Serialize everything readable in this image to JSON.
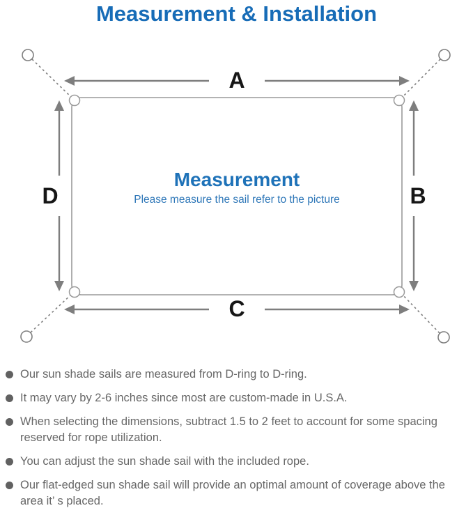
{
  "title": "Measurement & Installation",
  "diagram": {
    "heading": "Measurement",
    "subheading": "Please measure the sail refer to the picture",
    "labels": {
      "top": "A",
      "right": "B",
      "bottom": "C",
      "left": "D"
    }
  },
  "colors": {
    "title_blue": "#176cb7",
    "center_text_blue": "#1e72b8",
    "line_gray": "#7e7e7e",
    "sail_border_gray": "#9a9a9a",
    "bullet_text_gray": "#676767",
    "label_black": "#161616"
  },
  "bullets": [
    {
      "text": "Our sun shade sails are measured from D-ring to D-ring."
    },
    {
      "text": "It may vary by 2-6 inches since most are custom-made in U.S.A."
    },
    {
      "text": "When selecting the dimensions, subtract 1.5 to 2 feet to account for some spacing reserved for rope utilization."
    },
    {
      "text": "You can adjust the sun shade sail with the included rope."
    },
    {
      "text": "Our flat-edged sun shade sail will provide an optimal amount of coverage above the area it’ s placed."
    }
  ]
}
